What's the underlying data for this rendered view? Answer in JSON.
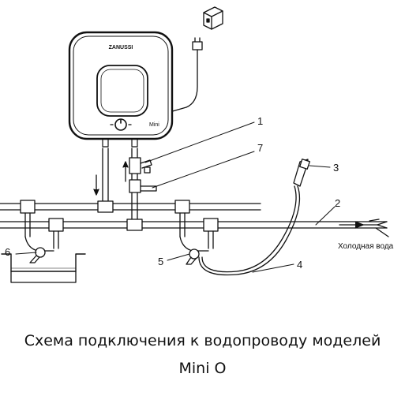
{
  "heater": {
    "brand": "ZANUSSI",
    "model": "Mini"
  },
  "callouts": [
    "1",
    "7",
    "3",
    "2",
    "4",
    "5",
    "6"
  ],
  "cold_water_label": "Холодная вода",
  "caption": {
    "line1": "Схема подключения к водопроводу моделей",
    "line2": "Mini O"
  }
}
